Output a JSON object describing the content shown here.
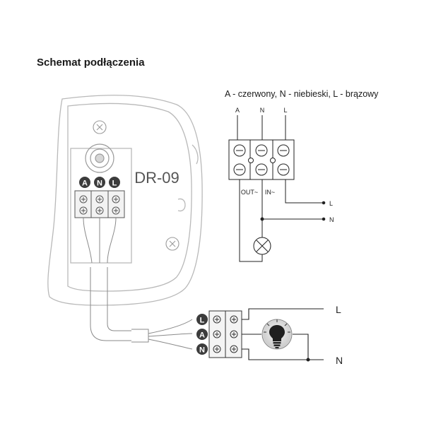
{
  "title": "Schemat podłączenia",
  "legend": "A - czerwony, N - niebieski, L - brązowy",
  "device": {
    "model": "DR-09",
    "terminals": [
      "A",
      "N",
      "L"
    ]
  },
  "schematic": {
    "top_terminals": [
      "A",
      "N",
      "L"
    ],
    "out_label": "OUT~",
    "in_label": "IN~",
    "line_L": "L",
    "line_N": "N"
  },
  "wiring": {
    "terminals": [
      "L",
      "A",
      "N"
    ],
    "line_L": "L",
    "line_N": "N"
  },
  "colors": {
    "line": "#222222",
    "device_outline": "#b9b9b9",
    "terminal_badge": "#3c3c3c",
    "bulb_circle": "#d9d9d9"
  },
  "icons": [
    "screw-icon",
    "lamp-icon",
    "bulb-icon"
  ]
}
